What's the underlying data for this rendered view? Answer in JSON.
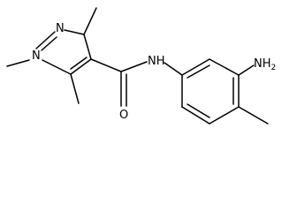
{
  "molecule": {
    "atom_labels": {
      "n1": "N",
      "n2": "N",
      "nh": "NH",
      "o": "O",
      "nh2": "NH",
      "nh2_sub": "2"
    },
    "colors": {
      "bond": "#000000",
      "label": "#000000",
      "background": "#ffffff"
    }
  }
}
